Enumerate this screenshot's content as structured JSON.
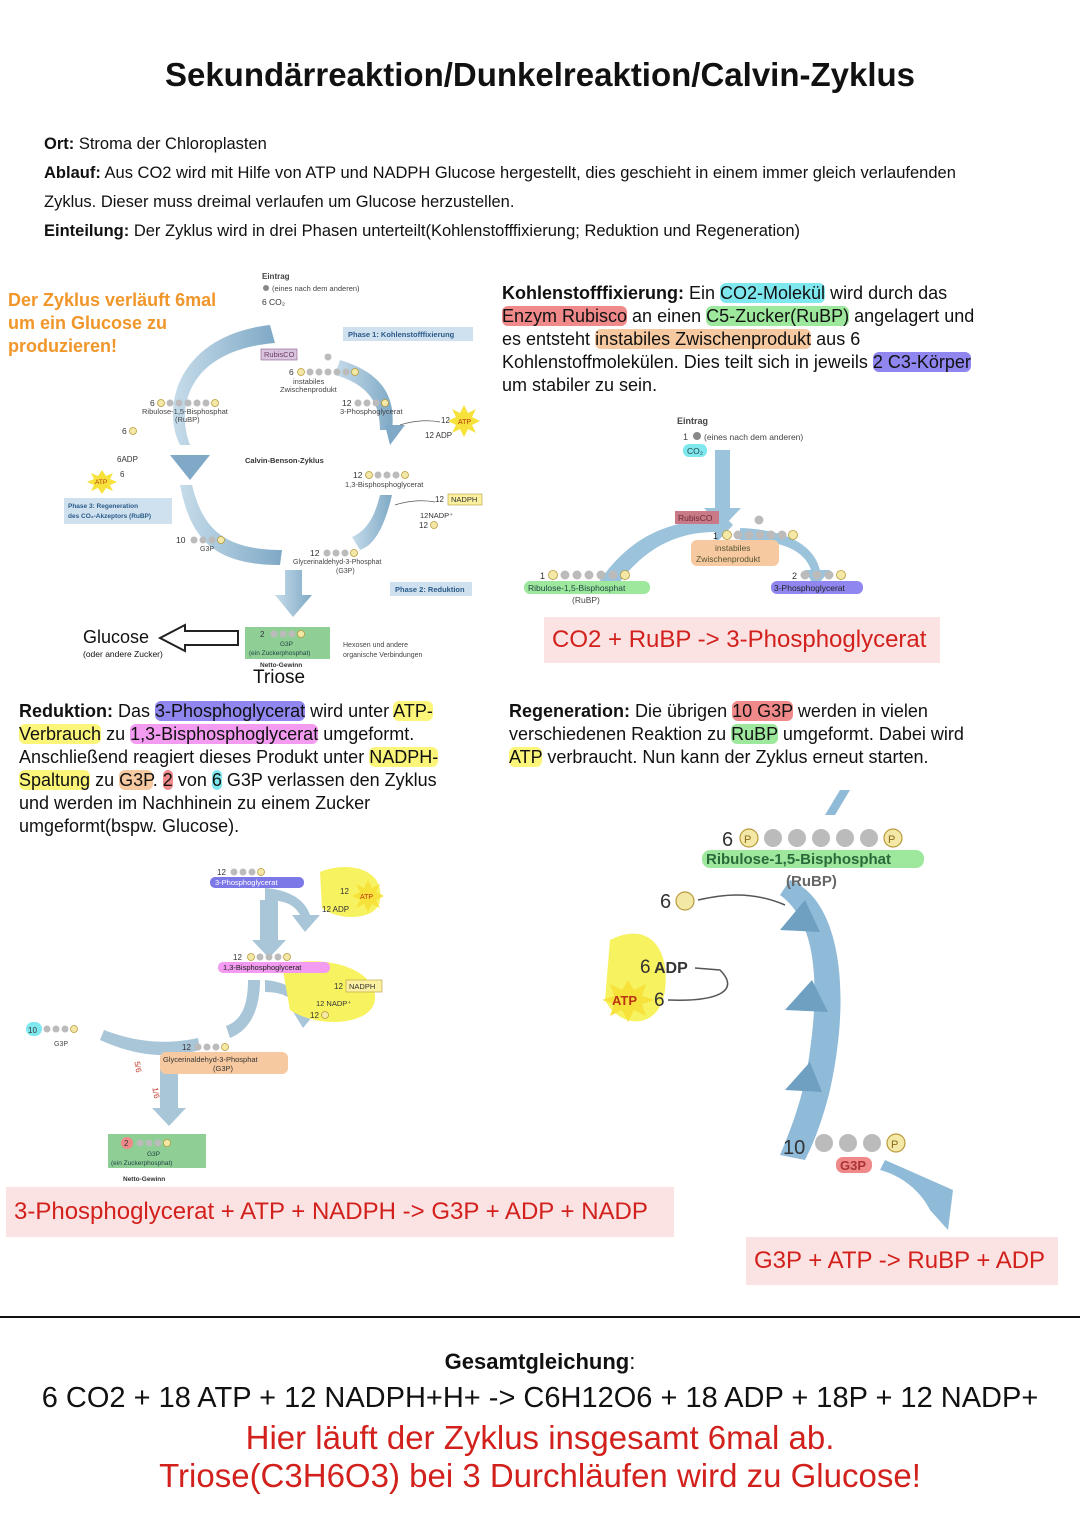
{
  "title": "Sekundärreaktion/Dunkelreaktion/Calvin-Zyklus",
  "intro": {
    "ort_label": "Ort:",
    "ort_text": "Stroma der Chloroplasten",
    "ablauf_label": "Ablauf:",
    "ablauf_text_1": "Aus CO2 wird mit Hilfe von ATP und NADPH Glucose hergestellt, dies geschieht in einem immer gleich verlaufenden",
    "ablauf_text_2": "Zyklus. Dieser muss dreimal verlaufen um Glucose herzustellen.",
    "einteilung_label": "Einteilung:",
    "einteilung_text": "Der Zyklus wird in drei Phasen unterteilt(Kohlenstofffixierung; Reduktion und Regeneration)"
  },
  "orange_note": "Der Zyklus verläuft 6mal um ein Glucose zu produzieren!",
  "cycle_diagram": {
    "eintrag": "Eintrag",
    "eines_nach_dem_anderen": "(eines nach dem anderen)",
    "co2_count": "6",
    "co2": "CO₂",
    "phase1": "Phase 1: Kohlenstofffixierung",
    "rubisco": "RubisCO",
    "instabiles": "instabiles",
    "zwischenprodukt": "Zwischenprodukt",
    "six": "6",
    "twelve": "12",
    "pga": "3-Phosphoglycerat",
    "atp_12": "12",
    "atp": "ATP",
    "adp_12": "12 ADP",
    "rubp_6": "6",
    "rubp_name": "Ribulose-1,5-Bisphosphat",
    "rubp_abbr": "(RuBP)",
    "p6": "6",
    "adp6": "6ADP",
    "atp6": "6",
    "calvin": "Calvin-Benson-Zyklus",
    "bpg_12": "12",
    "bpg": "1,3-Bisphosphoglycerat",
    "nadph_12": "12",
    "nadph": "NADPH",
    "nadp_12": "12NADP⁺",
    "pi_12": "12",
    "phase3_a": "Phase 3: Regeneration",
    "phase3_b": "des CO₂-Akzeptors (RuBP)",
    "g3p_10": "10",
    "g3p": "G3P",
    "g3p_12": "12",
    "gap": "Glycerinaldehyd-3-Phosphat",
    "gap_abbr": "(G3P)",
    "phase2": "Phase 2: Reduktion",
    "out_2": "2",
    "out_g3p": "G3P",
    "out_zucker": "(ein Zuckerphosphat)",
    "netto": "Netto-Gewinn",
    "hexosen_1": "Hexosen und andere",
    "hexosen_2": "organische Verbindungen",
    "glucose": "Glucose",
    "glucose_sub": "(oder andere Zucker)",
    "triose": "Triose"
  },
  "fixierung": {
    "label": "Kohlenstofffixierung:",
    "t1": " Ein ",
    "co2_molekuel": "CO2-Molekül",
    "t2": " wird durch das",
    "enzym": "Enzym Rubisco",
    "t3": " an einen ",
    "c5": "C5-Zucker(RuBP)",
    "t4": " angelagert und",
    "t5": "es entsteht ",
    "instabil": "instabiles Zwischenprodukt",
    "t6": " aus 6",
    "t7": "Kohlenstoffmolekülen. Dies teilt sich in jeweils ",
    "c3": "2 C3-Körper",
    "t8": "um stabiler zu sein.",
    "diagram": {
      "eintrag": "Eintrag",
      "one": "1",
      "eines": "(eines nach dem anderen)",
      "co2": "CO₂",
      "rubisco": "RubisCO",
      "one_b": "1",
      "instabiles": "instabiles",
      "zwischen": "Zwischenprodukt",
      "one_c": "1",
      "rubp": "Ribulose-1,5-Bisphosphat",
      "rubp_abbr": "(RuBP)",
      "two": "2",
      "pga": "3-Phosphoglycerat"
    },
    "equation": "CO2 + RuBP -> 3-Phosphoglycerat"
  },
  "reduktion": {
    "label": "Reduktion:",
    "t1": " Das ",
    "pga": "3-Phosphoglycerat",
    "t2": " wird unter ",
    "atp": "ATP-",
    "atp2": "Verbrauch",
    "t3": " zu ",
    "bpg": "1,3-Bisphosphoglycerat",
    "t4": " umgeformt.",
    "t5": "Anschließend reagiert dieses Produkt unter ",
    "nadph": "NADPH-",
    "nadph2": "Spaltung",
    "t6": " zu ",
    "g3p": "G3P",
    "t7": ". ",
    "two": "2",
    "t8": " von ",
    "six": "6",
    "t9": " G3P verlassen den Zyklus",
    "t10": "und werden im Nachhinein zu einem Zucker",
    "t11": "umgeformt(bspw. Glucose).",
    "diagram": {
      "n12a": "12",
      "pga": "3-Phosphoglycerat",
      "atp_12": "12",
      "atp": "ATP",
      "adp": "12 ADP",
      "n12b": "12",
      "bpg": "1,3-Bisphosphoglycerat",
      "nadph_12": "12",
      "nadph": "NADPH",
      "nadp": "12 NADP⁺",
      "pi": "12",
      "n10": "10",
      "g3p": "G3P",
      "n12c": "12",
      "gap": "Glycerinaldehyd-3-Phosphat",
      "gap_abbr": "(G3P)",
      "frac1": "5/6",
      "frac2": "1/6",
      "out2": "2",
      "out_g3p": "G3P",
      "out_zucker": "(ein Zuckerphosphat)",
      "netto": "Netto-Gewinn"
    },
    "equation": "3-Phosphoglycerat + ATP + NADPH -> G3P + ADP + NADP"
  },
  "regeneration": {
    "label": "Regeneration:",
    "t1": " Die übrigen ",
    "g3p10": "10 G3P",
    "t2": " werden in vielen",
    "t3": "verschiedenen Reaktion zu ",
    "rubp": "RuBP",
    "t4": " umgeformt. Dabei wird",
    "atp": "ATP",
    "t5": " verbraucht. Nun kann der Zyklus erneut starten.",
    "diagram": {
      "six": "6",
      "rubp": "Ribulose-1,5-Bisphosphat",
      "rubp_abbr": "(RuBP)",
      "p6": "6",
      "adp6": "6",
      "adp": "ADP",
      "atp": "ATP",
      "atp6": "6",
      "n10": "10",
      "g3p": "G3P"
    },
    "equation": "G3P + ATP -> RuBP + ADP"
  },
  "gesamt": {
    "label": "Gesamtgleichung",
    "colon": ":",
    "equation": "6 CO2 + 18 ATP + 12 NADPH+H+ -> C6H12O6 + 18 ADP + 18P + 12 NADP+",
    "red1": "Hier läuft der Zyklus insgesamt 6mal ab.",
    "red2": "Triose(C3H6O3) bei 3 Durchläufen wird zu Glucose!"
  },
  "colors": {
    "orange": "#f0962a",
    "red": "#d2211d",
    "arrow_blue": "#9cc3dc",
    "phosphate": "#f3e8a6"
  }
}
